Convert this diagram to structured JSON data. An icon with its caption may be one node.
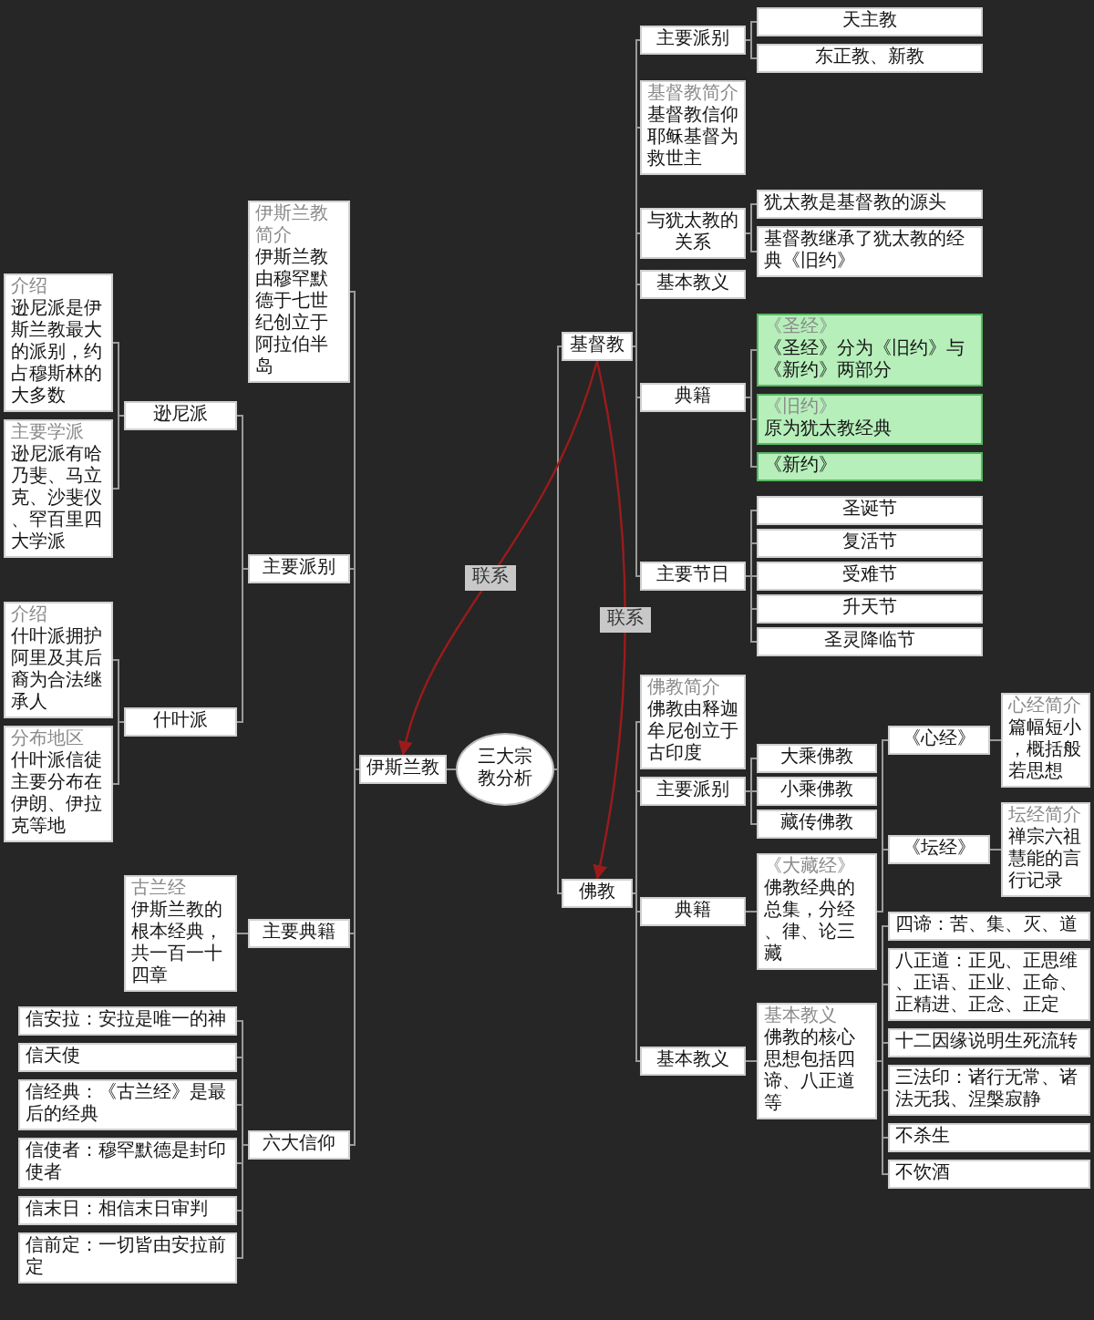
{
  "diagram": {
    "nodes": [
      {
        "text": [
          "三大宗教分析"
        ]
      },
      {
        "text": [
          "伊斯兰教"
        ]
      },
      {
        "text": [
          "伊斯兰教简介",
          "伊斯兰教由穆罕默德于七世纪创立于阿拉伯半岛"
        ]
      },
      {
        "text": [
          "主要派别"
        ]
      },
      {
        "text": [
          "逊尼派"
        ]
      },
      {
        "text": [
          "介绍",
          "逊尼派是伊斯兰教最大的派别，约占穆斯林的大多数"
        ]
      },
      {
        "text": [
          "主要学派",
          "逊尼派有哈乃斐、马立克、沙斐仪、罕百里四大学派"
        ]
      },
      {
        "text": [
          "什叶派"
        ]
      },
      {
        "text": [
          "介绍",
          "什叶派拥护阿里及其后裔为合法继承人"
        ]
      },
      {
        "text": [
          "分布地区",
          "什叶派信徒主要分布在伊朗、伊拉克等地"
        ]
      },
      {
        "text": [
          "主要典籍"
        ]
      },
      {
        "text": [
          "古兰经",
          "伊斯兰教的根本经典，共一百一十四章"
        ]
      },
      {
        "text": [
          "六大信仰"
        ]
      },
      {
        "text": [
          "信安拉：安拉是唯一的神"
        ]
      },
      {
        "text": [
          "信天使"
        ]
      },
      {
        "text": [
          "信经典：《古兰经》是最后的经典"
        ]
      },
      {
        "text": [
          "信使者：穆罕默德是封印使者"
        ]
      },
      {
        "text": [
          "信末日：相信末日审判"
        ]
      },
      {
        "text": [
          "信前定：一切皆由安拉前定"
        ]
      },
      {
        "text": [
          "基督教"
        ]
      },
      {
        "text": [
          "主要派别"
        ]
      },
      {
        "text": [
          "天主教"
        ]
      },
      {
        "text": [
          "东正教、新教"
        ]
      },
      {
        "text": [
          "基督教简介",
          "基督教信仰耶稣基督为救世主"
        ]
      },
      {
        "text": [
          "与犹太教的关系"
        ]
      },
      {
        "text": [
          "犹太教是基督教的源头"
        ]
      },
      {
        "text": [
          "基督教继承了犹太教的经典《旧约》"
        ]
      },
      {
        "text": [
          "基本教义"
        ]
      },
      {
        "text": [
          "典籍"
        ]
      },
      {
        "text": [
          "《圣经》",
          "《圣经》分为《旧约》与《新约》两部分"
        ]
      },
      {
        "text": [
          "《旧约》",
          "原为犹太教经典"
        ]
      },
      {
        "text": [
          "《新约》"
        ]
      },
      {
        "text": [
          "主要节日"
        ]
      },
      {
        "text": [
          "圣诞节"
        ]
      },
      {
        "text": [
          "复活节"
        ]
      },
      {
        "text": [
          "受难节"
        ]
      },
      {
        "text": [
          "升天节"
        ]
      },
      {
        "text": [
          "圣灵降临节"
        ]
      },
      {
        "text": [
          "佛教"
        ]
      },
      {
        "text": [
          "佛教简介",
          "佛教由释迦牟尼创立于古印度"
        ]
      },
      {
        "text": [
          "主要派别"
        ]
      },
      {
        "text": [
          "大乘佛教"
        ]
      },
      {
        "text": [
          "小乘佛教"
        ]
      },
      {
        "text": [
          "藏传佛教"
        ]
      },
      {
        "text": [
          "典籍"
        ]
      },
      {
        "text": [
          "《大藏经》",
          "佛教经典的总集，分经、律、论三藏"
        ]
      },
      {
        "text": [
          "《心经》"
        ]
      },
      {
        "text": [
          "《坛经》"
        ]
      },
      {
        "text": [
          "心经简介",
          "篇幅短小，概括般若思想"
        ]
      },
      {
        "text": [
          "坛经简介",
          "禅宗六祖慧能的言行记录"
        ]
      },
      {
        "text": [
          "基本教义"
        ]
      },
      {
        "text": [
          "基本教义",
          "佛教的核心思想包括四谛、八正道等"
        ]
      },
      {
        "text": [
          "四谛：苦、集、灭、道"
        ]
      },
      {
        "text": [
          "八正道：正见、正思维、正语、正业、正命、正精进、正念、正定"
        ]
      },
      {
        "text": [
          "十二因缘说明生死流转"
        ]
      },
      {
        "text": [
          "三法印：诸行无常、诸法无我、涅槃寂静"
        ]
      },
      {
        "text": [
          "不杀生"
        ]
      },
      {
        "text": [
          "不饮酒"
        ]
      }
    ],
    "edges": [
      {
        "from": 0,
        "to": 1,
        "arrow": "none"
      },
      {
        "from": 0,
        "to": 19,
        "arrow": "none"
      },
      {
        "from": 0,
        "to": 38,
        "arrow": "none"
      },
      {
        "from": 1,
        "to": 2,
        "arrow": "none"
      },
      {
        "from": 1,
        "to": 3,
        "arrow": "none"
      },
      {
        "from": 1,
        "to": 10,
        "arrow": "none"
      },
      {
        "from": 1,
        "to": 12,
        "arrow": "none"
      },
      {
        "from": 3,
        "to": 4,
        "arrow": "none"
      },
      {
        "from": 3,
        "to": 7,
        "arrow": "none"
      },
      {
        "from": 4,
        "to": 5,
        "arrow": "none"
      },
      {
        "from": 4,
        "to": 6,
        "arrow": "none"
      },
      {
        "from": 7,
        "to": 8,
        "arrow": "none"
      },
      {
        "from": 7,
        "to": 9,
        "arrow": "none"
      },
      {
        "from": 10,
        "to": 11,
        "arrow": "none"
      },
      {
        "from": 12,
        "to": 13,
        "arrow": "none"
      },
      {
        "from": 12,
        "to": 14,
        "arrow": "none"
      },
      {
        "from": 12,
        "to": 15,
        "arrow": "none"
      },
      {
        "from": 12,
        "to": 16,
        "arrow": "none"
      },
      {
        "from": 12,
        "to": 17,
        "arrow": "none"
      },
      {
        "from": 12,
        "to": 18,
        "arrow": "none"
      },
      {
        "from": 19,
        "to": 20,
        "arrow": "none"
      },
      {
        "from": 19,
        "to": 23,
        "arrow": "none"
      },
      {
        "from": 19,
        "to": 24,
        "arrow": "none"
      },
      {
        "from": 19,
        "to": 27,
        "arrow": "none"
      },
      {
        "from": 19,
        "to": 28,
        "arrow": "none"
      },
      {
        "from": 19,
        "to": 32,
        "arrow": "none"
      },
      {
        "from": 20,
        "to": 21,
        "arrow": "none"
      },
      {
        "from": 20,
        "to": 22,
        "arrow": "none"
      },
      {
        "from": 24,
        "to": 25,
        "arrow": "none"
      },
      {
        "from": 24,
        "to": 26,
        "arrow": "none"
      },
      {
        "from": 28,
        "to": 29,
        "arrow": "none"
      },
      {
        "from": 28,
        "to": 30,
        "arrow": "none"
      },
      {
        "from": 28,
        "to": 31,
        "arrow": "none"
      },
      {
        "from": 32,
        "to": 33,
        "arrow": "none"
      },
      {
        "from": 32,
        "to": 34,
        "arrow": "none"
      },
      {
        "from": 32,
        "to": 35,
        "arrow": "none"
      },
      {
        "from": 32,
        "to": 36,
        "arrow": "none"
      },
      {
        "from": 32,
        "to": 37,
        "arrow": "none"
      },
      {
        "from": 38,
        "to": 39,
        "arrow": "none"
      },
      {
        "from": 38,
        "to": 40,
        "arrow": "none"
      },
      {
        "from": 38,
        "to": 44,
        "arrow": "none"
      },
      {
        "from": 38,
        "to": 50,
        "arrow": "none"
      },
      {
        "from": 40,
        "to": 41,
        "arrow": "none"
      },
      {
        "from": 40,
        "to": 42,
        "arrow": "none"
      },
      {
        "from": 40,
        "to": 43,
        "arrow": "none"
      },
      {
        "from": 44,
        "to": 45,
        "arrow": "none"
      },
      {
        "from": 45,
        "to": 46,
        "arrow": "none"
      },
      {
        "from": 45,
        "to": 47,
        "arrow": "none"
      },
      {
        "from": 46,
        "to": 48,
        "arrow": "none"
      },
      {
        "from": 47,
        "to": 49,
        "arrow": "none"
      },
      {
        "from": 50,
        "to": 51,
        "arrow": "none"
      },
      {
        "from": 51,
        "to": 52,
        "arrow": "none"
      },
      {
        "from": 51,
        "to": 53,
        "arrow": "none"
      },
      {
        "from": 51,
        "to": 54,
        "arrow": "none"
      },
      {
        "from": 51,
        "to": 55,
        "arrow": "none"
      },
      {
        "from": 51,
        "to": 56,
        "arrow": "none"
      },
      {
        "from": 51,
        "to": 57,
        "arrow": "none"
      },
      {
        "from": 19,
        "to": 1,
        "arrow": "to",
        "label": "联系",
        "color": "#9b1b1b"
      },
      {
        "from": 19,
        "to": 38,
        "arrow": "to",
        "label": "联系",
        "color": "#9b1b1b"
      }
    ]
  }
}
